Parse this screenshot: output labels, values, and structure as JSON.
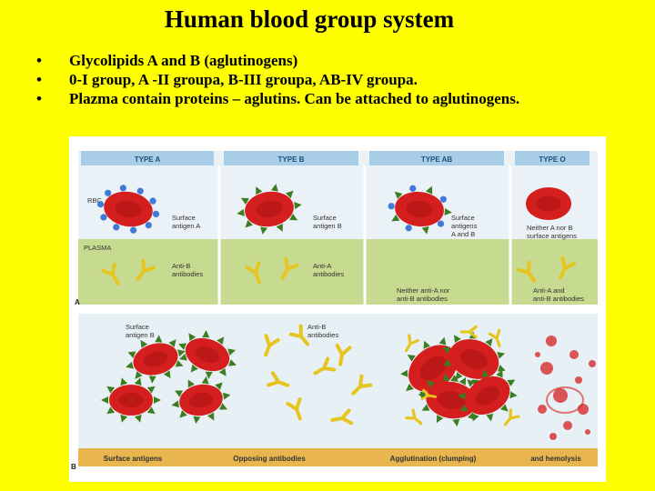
{
  "slide": {
    "title": "Human blood group system",
    "bullets": [
      "Glycolipids A and B (aglutinogens)",
      "0-I group, A -II groupa, B-III groupa, AB-IV groupa.",
      "Plazma contain proteins – aglutins. Can be attached to aglutinogens."
    ],
    "bullet_glyph": "•"
  },
  "figure": {
    "panel_a_letter": "A",
    "panel_b_letter": "B",
    "types": [
      "TYPE A",
      "TYPE B",
      "TYPE AB",
      "TYPE O"
    ],
    "labels": {
      "rbc": "RBC",
      "plasma": "PLASMA",
      "surface_a": [
        "Surface",
        "antigen A"
      ],
      "surface_b": [
        "Surface",
        "antigen B"
      ],
      "surface_ab": [
        "Surface",
        "antigens",
        "A and B"
      ],
      "neither_surface": [
        "Neither A nor B",
        "surface antigens"
      ],
      "anti_b": [
        "Anti-B",
        "antibodies"
      ],
      "anti_a": [
        "Anti-A",
        "antibodies"
      ],
      "neither_anti": [
        "Neither anti-A nor",
        "anti-B antibodies"
      ],
      "both_anti": [
        "Anti-A and",
        "anti-B antibodies"
      ],
      "b_surface_b": [
        "Surface",
        "antigen B"
      ],
      "b_anti_b": [
        "Anti-B",
        "antibodies"
      ]
    },
    "bottom_labels": [
      "Surface antigens",
      "Opposing antibodies",
      "Agglutination (clumping)",
      "and hemolysis"
    ],
    "colors": {
      "header_blue": "#a9cde6",
      "header_text": "#1d4f7a",
      "plasma_green": "#c6db8f",
      "rbc_red": "#d51f1f",
      "rbc_dark": "#9e0f0f",
      "antigen_a": "#3f7ad6",
      "antigen_b": "#3c7d22",
      "antibody": "#e7c521",
      "footer": "#e9b54e"
    }
  }
}
